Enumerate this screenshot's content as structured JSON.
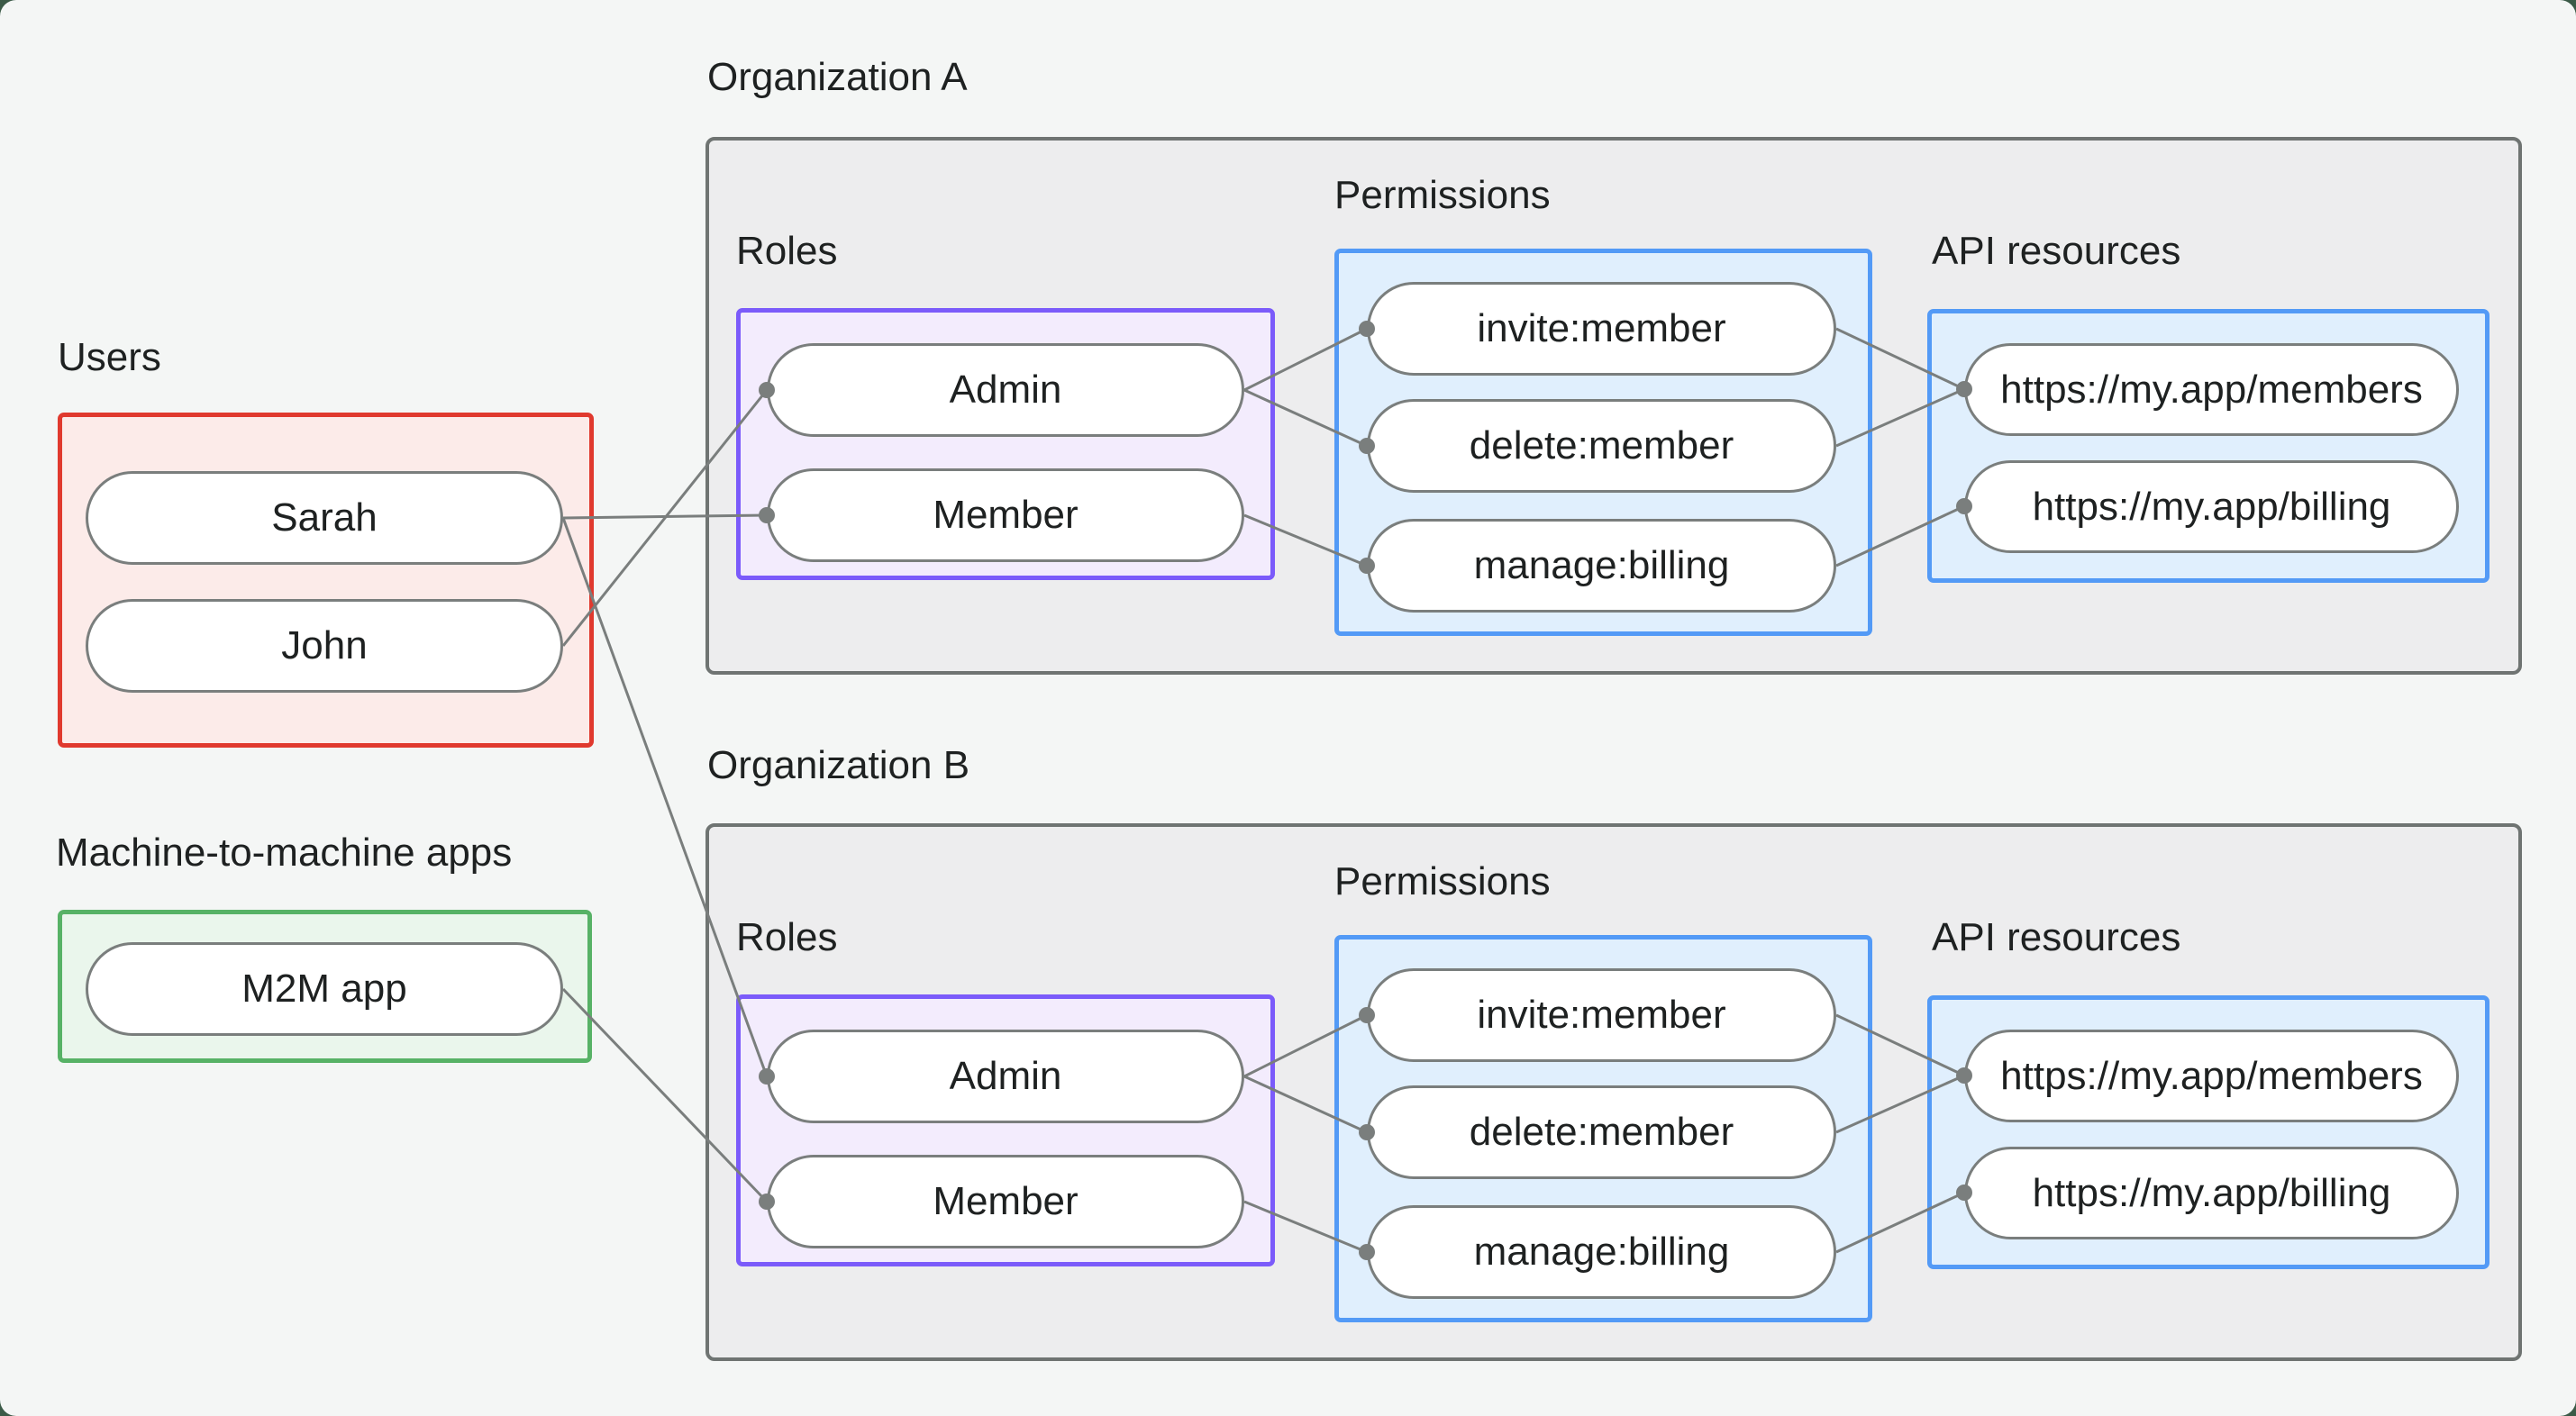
{
  "colors": {
    "page_bg": "#f4f6f5",
    "corner_bg": "#3b5a47",
    "org_fill": "#ededee",
    "org_border": "#6f7472",
    "users_border": "#e0392e",
    "users_fill": "#fcebe9",
    "m2m_border": "#57b266",
    "m2m_fill": "#eaf6ec",
    "roles_border": "#7b5bfa",
    "roles_fill": "#f3ecfd",
    "blue_border": "#539af6",
    "blue_fill": "#e0effd",
    "node_border": "#7a7e7d",
    "line": "#7a7e7d",
    "text": "#1e2121"
  },
  "users": {
    "label": "Users",
    "items": [
      "Sarah",
      "John"
    ]
  },
  "m2m": {
    "label": "Machine-to-machine apps",
    "items": [
      "M2M app"
    ]
  },
  "orgs": [
    {
      "title": "Organization A",
      "roles_label": "Roles",
      "permissions_label": "Permissions",
      "api_label": "API resources",
      "roles": [
        "Admin",
        "Member"
      ],
      "permissions": [
        "invite:member",
        "delete:member",
        "manage:billing"
      ],
      "api_resources": [
        "https://my.app/members",
        "https://my.app/billing"
      ]
    },
    {
      "title": "Organization B",
      "roles_label": "Roles",
      "permissions_label": "Permissions",
      "api_label": "API resources",
      "roles": [
        "Admin",
        "Member"
      ],
      "permissions": [
        "invite:member",
        "delete:member",
        "manage:billing"
      ],
      "api_resources": [
        "https://my.app/members",
        "https://my.app/billing"
      ]
    }
  ],
  "edges": {
    "user_to_role": [
      {
        "from": "John",
        "org": "Organization A",
        "role": "Admin"
      },
      {
        "from": "Sarah",
        "org": "Organization A",
        "role": "Member"
      },
      {
        "from": "Sarah",
        "org": "Organization B",
        "role": "Admin"
      },
      {
        "from": "M2M app",
        "org": "Organization B",
        "role": "Member"
      }
    ],
    "role_to_permission": [
      {
        "role": "Admin",
        "permissions": [
          "invite:member",
          "delete:member"
        ]
      },
      {
        "role": "Member",
        "permissions": [
          "manage:billing"
        ]
      }
    ],
    "permission_to_api": [
      {
        "permission": "invite:member",
        "api": "https://my.app/members"
      },
      {
        "permission": "delete:member",
        "api": "https://my.app/members"
      },
      {
        "permission": "manage:billing",
        "api": "https://my.app/billing"
      }
    ]
  }
}
